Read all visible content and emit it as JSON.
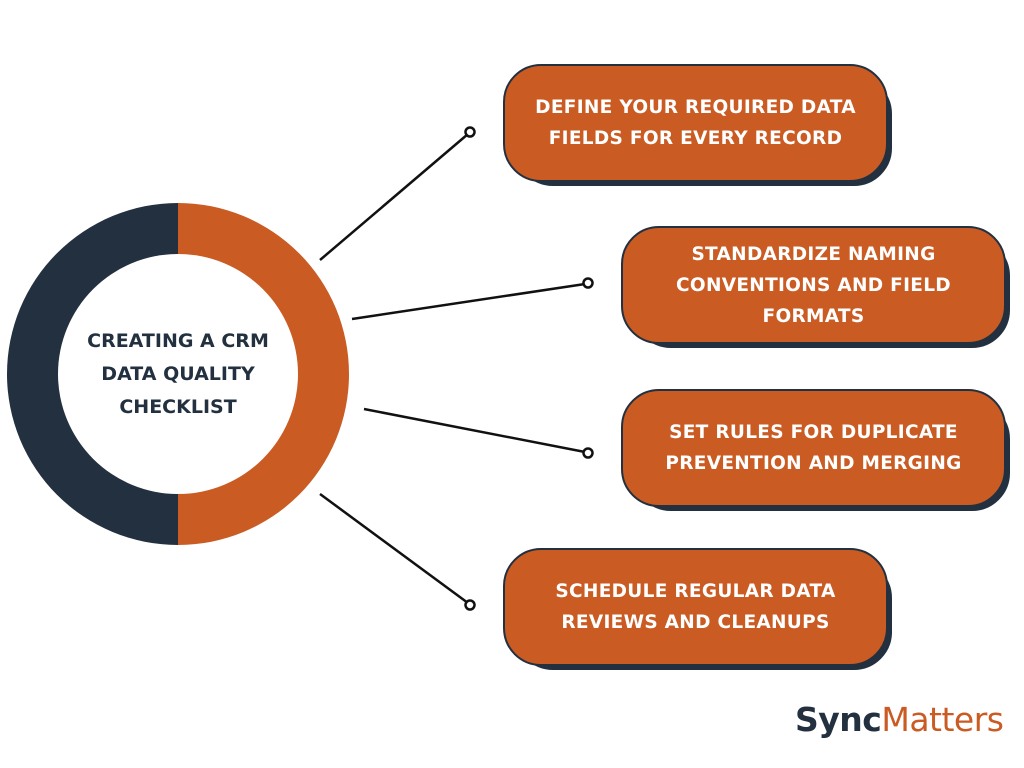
{
  "colors": {
    "accent": "#C95B23",
    "dark": "#22303F"
  },
  "center": {
    "title": "CREATING A CRM DATA QUALITY CHECKLIST"
  },
  "items": [
    {
      "label": "DEFINE YOUR REQUIRED DATA FIELDS FOR EVERY RECORD"
    },
    {
      "label": "STANDARDIZE NAMING CONVENTIONS AND FIELD FORMATS"
    },
    {
      "label": "SET RULES FOR DUPLICATE PREVENTION AND MERGING"
    },
    {
      "label": "SCHEDULE REGULAR DATA REVIEWS AND CLEANUPS"
    }
  ],
  "logo": {
    "part1": "Sync",
    "part2": "Matters"
  }
}
